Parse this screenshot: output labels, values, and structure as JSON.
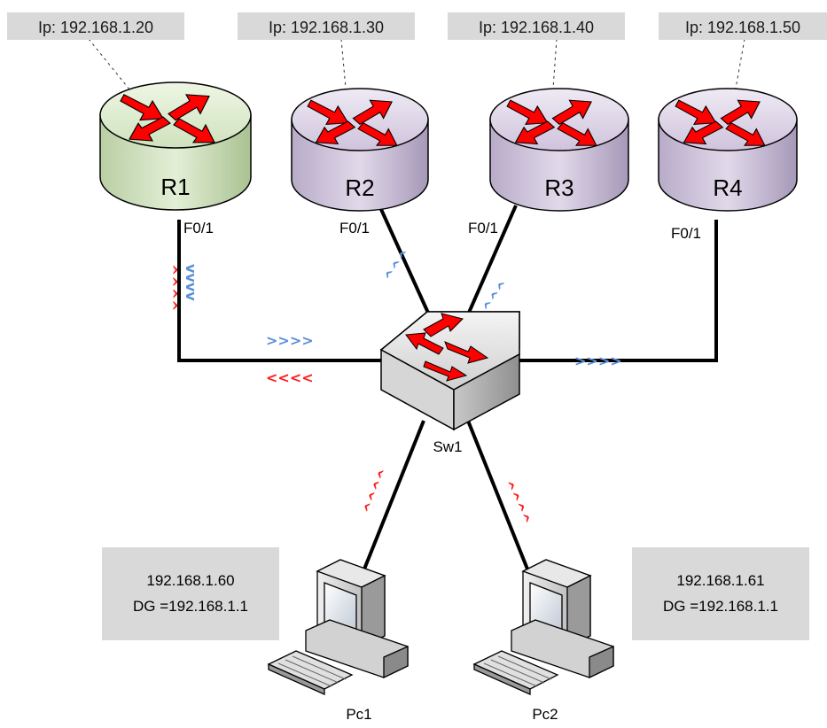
{
  "routers": [
    {
      "name": "R1",
      "ip": "Ip: 192.168.1.20",
      "port": "F0/1",
      "color": "#d8e8c8"
    },
    {
      "name": "R2",
      "ip": "Ip: 192.168.1.30",
      "port": "F0/1",
      "color": "#d9cfe3"
    },
    {
      "name": "R3",
      "ip": "Ip: 192.168.1.40",
      "port": "F0/1",
      "color": "#d9cfe3"
    },
    {
      "name": "R4",
      "ip": "Ip: 192.168.1.50",
      "port": "F0/1",
      "color": "#d9cfe3"
    }
  ],
  "switch": {
    "name": "Sw1"
  },
  "pcs": [
    {
      "name": "Pc1",
      "ip": "192.168.1.60",
      "dg": "DG =192.168.1.1"
    },
    {
      "name": "Pc2",
      "ip": "192.168.1.61",
      "dg": "DG =192.168.1.1"
    }
  ],
  "flows": {
    "r1_up": "^^^^",
    "r1_down": "vvvv",
    "sw_to_r1_forward": ">>>>",
    "sw_to_r1_back": "<<<<",
    "sw_to_r4": ">>>>",
    "sw_to_r2": "^^^",
    "sw_to_r3": "^^^",
    "pc1_up": "^^^^",
    "pc2_up": "^^^^"
  },
  "colors": {
    "red_flow": "#ff1a1a",
    "blue_flow": "#5b8fd6",
    "arrow_red": "#ff0000"
  }
}
